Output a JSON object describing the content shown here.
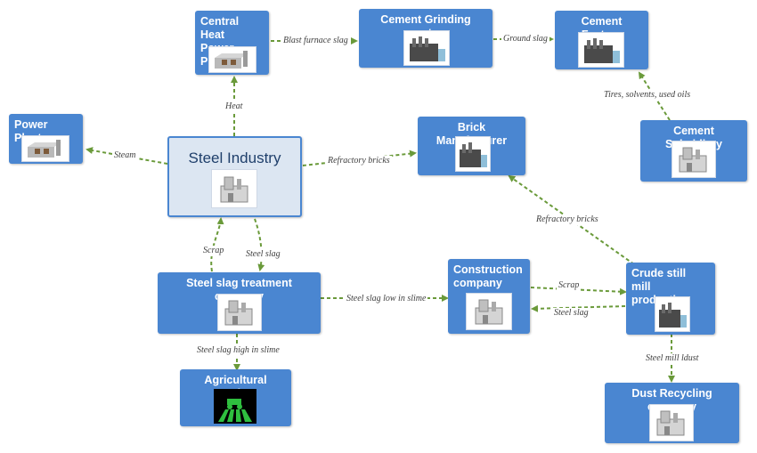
{
  "nodes": {
    "central_heat": "Central Heat\nPower Plant",
    "cement_grinding": "Cement Grinding center",
    "cement_factory": "Cement Factory",
    "power_plant": "Power Plant",
    "steel_industry": "Steel Industry",
    "brick_manufacturer": "Brick Manufacturer",
    "cement_subsidiary": "Cement Subsidiary",
    "steel_slag_treatment": "Steel slag treatment company",
    "construction": "Construction\ncompany",
    "crude_still": "Crude still\nmill production",
    "agricultural_market": "Agricultural Market",
    "dust_recycling": "Dust Recycling company"
  },
  "edges": {
    "blast_furnace_slag": "Blast furnace slag",
    "ground_slag": "Ground slag",
    "tires": "Tires, solvents, used oils",
    "heat": "Heat",
    "steam": "Steam",
    "refractory_bricks_1": "Refractory bricks",
    "refractory_bricks_2": "Refractory bricks",
    "scrap_1": "Scrap",
    "steel_slag_1": "Steel slag",
    "slag_low_slime": "Steel slag low in slime",
    "scrap_2": "Scrap",
    "steel_slag_2": "Steel slag",
    "slag_high_slime": "Steel slag high in slime",
    "steel_mill_dust": "Steel mill ldust"
  },
  "colors": {
    "node_fill": "#4a86d1",
    "main_fill": "#dce6f2",
    "edge": "#6a9a3a"
  },
  "icons": {
    "power": "power-plant-icon",
    "factory": "factory-icon",
    "industry": "industry-icon",
    "agriculture": "farm-field-icon"
  }
}
